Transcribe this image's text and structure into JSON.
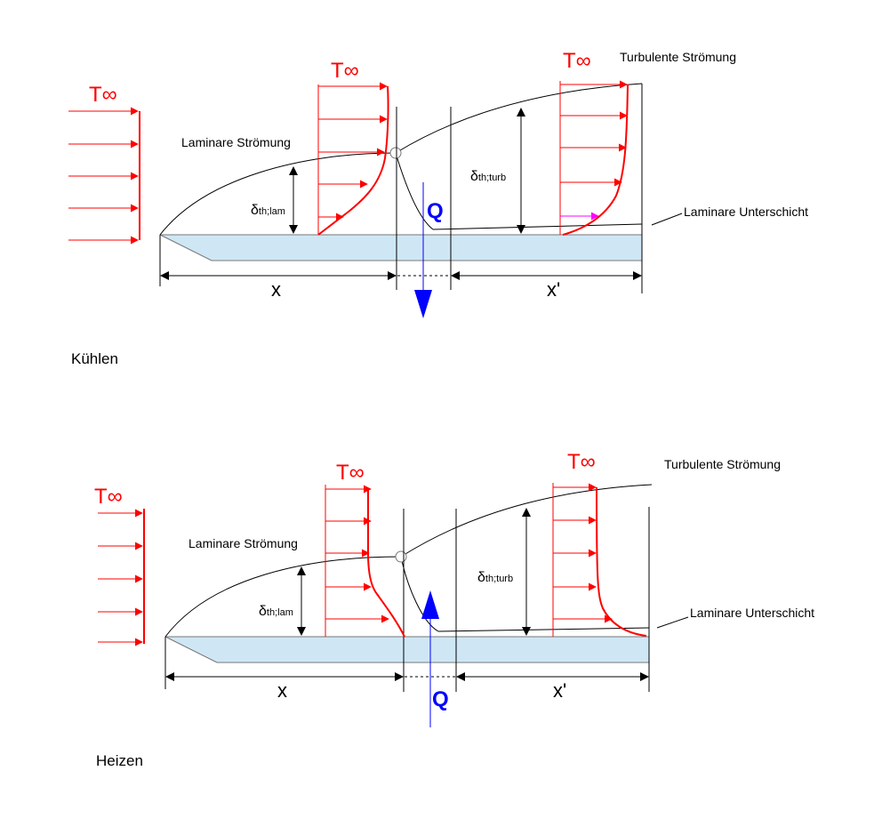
{
  "colors": {
    "temperature": "#ff0000",
    "heat_flow": "#0000ff",
    "plate_fill": "#cfe7f5",
    "line": "#000000",
    "magenta_arrow": "#ff00ff"
  },
  "panels": [
    {
      "caption": "Kühlen",
      "t_inf": "T∞",
      "laminar_label": "Laminare Strömung",
      "turbulent_label": "Turbulente Strömung",
      "sublayer_label": "Laminare Unterschicht",
      "delta_lam": {
        "symbol": "δ",
        "sub": "th;lam"
      },
      "delta_turb": {
        "symbol": "δ",
        "sub": "th;turb"
      },
      "x_label": "x",
      "x_prime_label": "x'",
      "q_label": "Q",
      "heat_direction": "down"
    },
    {
      "caption": "Heizen",
      "t_inf": "T∞",
      "laminar_label": "Laminare Strömung",
      "turbulent_label": "Turbulente Strömung",
      "sublayer_label": "Laminare Unterschicht",
      "delta_lam": {
        "symbol": "δ",
        "sub": "th;lam"
      },
      "delta_turb": {
        "symbol": "δ",
        "sub": "th;turb"
      },
      "x_label": "x",
      "x_prime_label": "x'",
      "q_label": "Q",
      "heat_direction": "up"
    }
  ]
}
